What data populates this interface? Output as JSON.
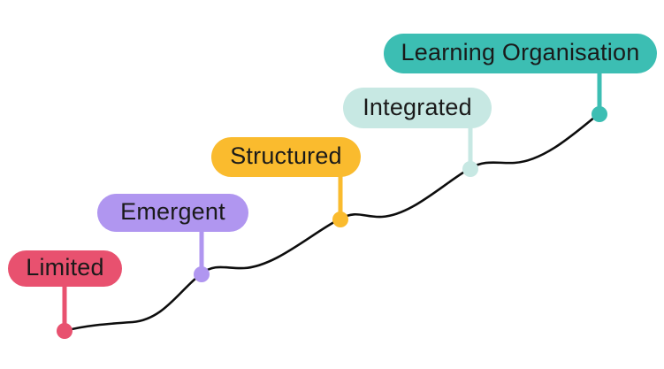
{
  "diagram": {
    "title": "maturity-journey-curve",
    "stages": [
      {
        "label": "Limited",
        "color": "#E8516F"
      },
      {
        "label": "Emergent",
        "color": "#B096F0"
      },
      {
        "label": "Structured",
        "color": "#FABB2E"
      },
      {
        "label": "Integrated",
        "color": "#C7E8E3"
      },
      {
        "label": "Learning Organisation",
        "color": "#3CBEB3"
      }
    ],
    "curve_color": "#0d0d0d",
    "label_text_color": "#1a1a1a",
    "background_color": "#ffffff"
  }
}
